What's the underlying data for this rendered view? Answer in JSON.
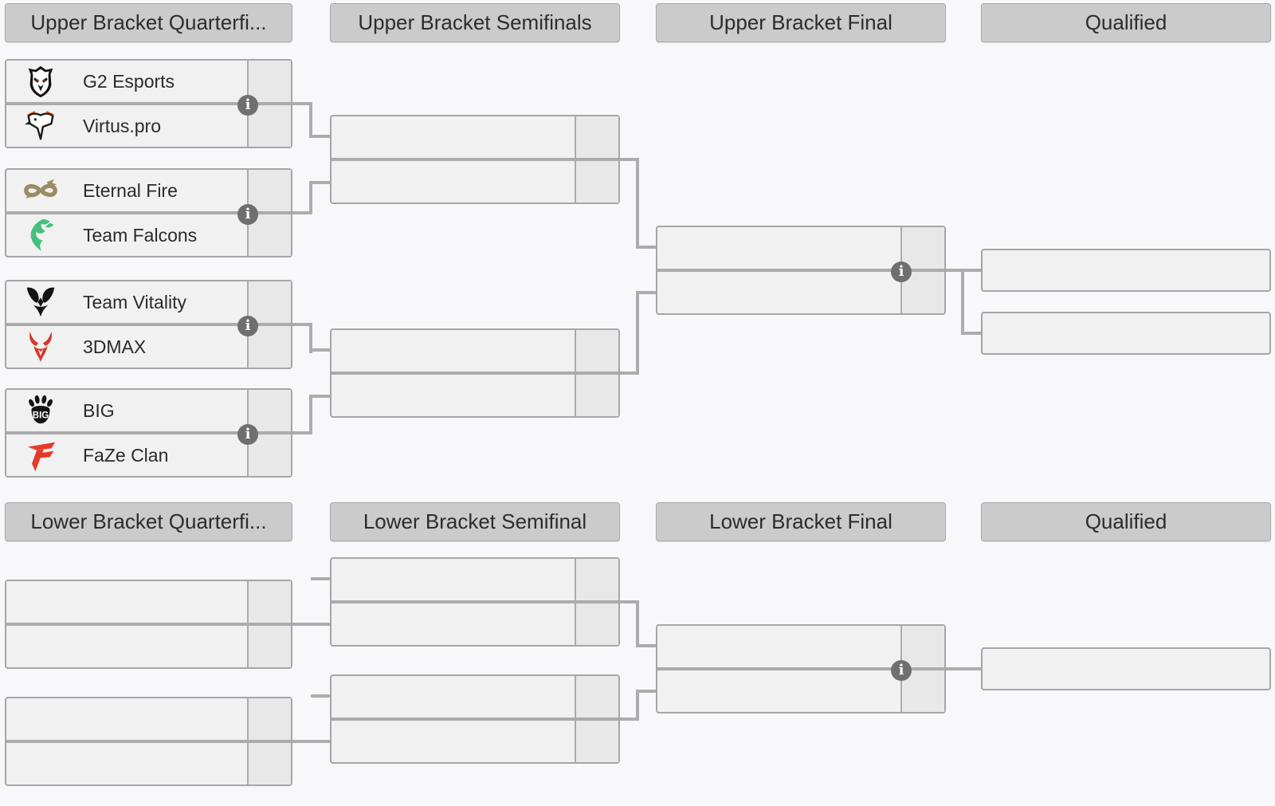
{
  "colors": {
    "background": "#f8f8fa",
    "header_bg": "#cbcbcb",
    "match_bg": "#f1f1f1",
    "score_cell_bg": "#e8e8e8",
    "connector_line": "#acacac",
    "info_icon_bg": "#6f6f6f",
    "virtus_pro_orange": "#ff5d00",
    "eternal_fire_gold": "#9c8a62",
    "team_falcons_green": "#46c07c",
    "threedmax_red": "#d8372a",
    "faze_red": "#e6392c"
  },
  "icons": {
    "info_glyph": "i"
  },
  "headers": {
    "upper_quarterfinals": "Upper Bracket Quarterfi...",
    "upper_semifinals": "Upper Bracket Semifinals",
    "upper_final": "Upper Bracket Final",
    "upper_qualified": "Qualified",
    "lower_quarterfinals": "Lower Bracket Quarterfi...",
    "lower_semifinal": "Lower Bracket Semifinal",
    "lower_final": "Lower Bracket Final",
    "lower_qualified": "Qualified"
  },
  "matches": {
    "ub_qf1": {
      "team1": {
        "name": "G2 Esports",
        "logo": "g2-esports-logo"
      },
      "team2": {
        "name": "Virtus.pro",
        "logo": "virtus-pro-logo"
      },
      "info_icon": "info-icon"
    },
    "ub_qf2": {
      "team1": {
        "name": "Eternal Fire",
        "logo": "eternal-fire-logo"
      },
      "team2": {
        "name": "Team Falcons",
        "logo": "team-falcons-logo"
      },
      "info_icon": "info-icon"
    },
    "ub_qf3": {
      "team1": {
        "name": "Team Vitality",
        "logo": "team-vitality-logo"
      },
      "team2": {
        "name": "3DMAX",
        "logo": "threedmax-logo"
      },
      "info_icon": "info-icon"
    },
    "ub_qf4": {
      "team1": {
        "name": "BIG",
        "logo": "big-logo"
      },
      "team2": {
        "name": "FaZe Clan",
        "logo": "faze-clan-logo"
      },
      "info_icon": "info-icon"
    },
    "ub_final": {
      "info_icon": "info-icon"
    },
    "lb_final": {
      "info_icon": "info-icon"
    }
  }
}
